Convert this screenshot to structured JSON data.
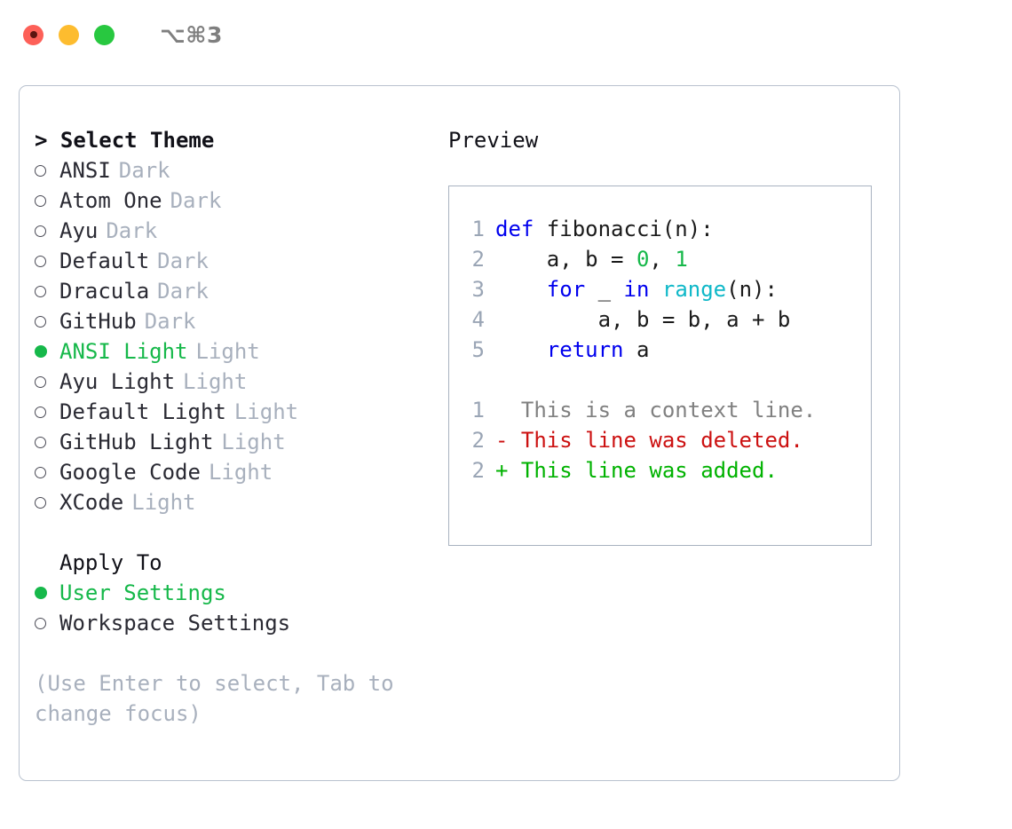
{
  "titlebar": {
    "shortcut": "⌥⌘3",
    "lights": [
      "close-red",
      "minimize-yellow",
      "maximize-green"
    ]
  },
  "theme_panel": {
    "header": "> Select Theme",
    "items": [
      {
        "label": "ANSI",
        "tag": "Dark",
        "selected": false
      },
      {
        "label": "Atom One",
        "tag": "Dark",
        "selected": false
      },
      {
        "label": "Ayu",
        "tag": "Dark",
        "selected": false
      },
      {
        "label": "Default",
        "tag": "Dark",
        "selected": false
      },
      {
        "label": "Dracula",
        "tag": "Dark",
        "selected": false
      },
      {
        "label": "GitHub",
        "tag": "Dark",
        "selected": false
      },
      {
        "label": "ANSI Light",
        "tag": "Light",
        "selected": true
      },
      {
        "label": "Ayu Light",
        "tag": "Light",
        "selected": false
      },
      {
        "label": "Default Light",
        "tag": "Light",
        "selected": false
      },
      {
        "label": "GitHub Light",
        "tag": "Light",
        "selected": false
      },
      {
        "label": "Google Code",
        "tag": "Light",
        "selected": false
      },
      {
        "label": "XCode",
        "tag": "Light",
        "selected": false
      }
    ]
  },
  "apply_to": {
    "header": "Apply To",
    "options": [
      {
        "label": "User Settings",
        "selected": true
      },
      {
        "label": "Workspace Settings",
        "selected": false
      }
    ]
  },
  "hint": "(Use Enter to select, Tab to change focus)",
  "preview": {
    "header": "Preview",
    "code_lines": [
      {
        "n": "1",
        "segments": [
          {
            "t": "def",
            "c": "kw"
          },
          {
            "t": " fibonacci(n):",
            "c": "txt"
          }
        ]
      },
      {
        "n": "2",
        "segments": [
          {
            "t": "    a, b = ",
            "c": "txt"
          },
          {
            "t": "0",
            "c": "num"
          },
          {
            "t": ", ",
            "c": "txt"
          },
          {
            "t": "1",
            "c": "num"
          }
        ]
      },
      {
        "n": "3",
        "segments": [
          {
            "t": "    ",
            "c": "txt"
          },
          {
            "t": "for",
            "c": "kw"
          },
          {
            "t": " _ ",
            "c": "txt"
          },
          {
            "t": "in",
            "c": "kw"
          },
          {
            "t": " ",
            "c": "txt"
          },
          {
            "t": "range",
            "c": "fn"
          },
          {
            "t": "(n):",
            "c": "txt"
          }
        ]
      },
      {
        "n": "4",
        "segments": [
          {
            "t": "        a, b = b, a + b",
            "c": "txt"
          }
        ]
      },
      {
        "n": "5",
        "segments": [
          {
            "t": "    ",
            "c": "txt"
          },
          {
            "t": "return",
            "c": "kw"
          },
          {
            "t": " a",
            "c": "txt"
          }
        ]
      }
    ],
    "diff_lines": [
      {
        "n": "1",
        "marker": " ",
        "text": " This is a context line.",
        "kind": "ctx"
      },
      {
        "n": "2",
        "marker": "-",
        "text": " This line was deleted.",
        "kind": "del"
      },
      {
        "n": "2",
        "marker": "+",
        "text": " This line was added.",
        "kind": "add"
      }
    ]
  },
  "colors": {
    "accent_green": "#16b84a",
    "muted": "#a8b0bd",
    "text": "#2a2a33",
    "border": "#b9c2cf",
    "preview_border": "#a8b2c0",
    "keyword_blue": "#0000ee",
    "function_cyan": "#0fb8c8",
    "diff_deleted": "#cc1111",
    "diff_added": "#00b200"
  }
}
